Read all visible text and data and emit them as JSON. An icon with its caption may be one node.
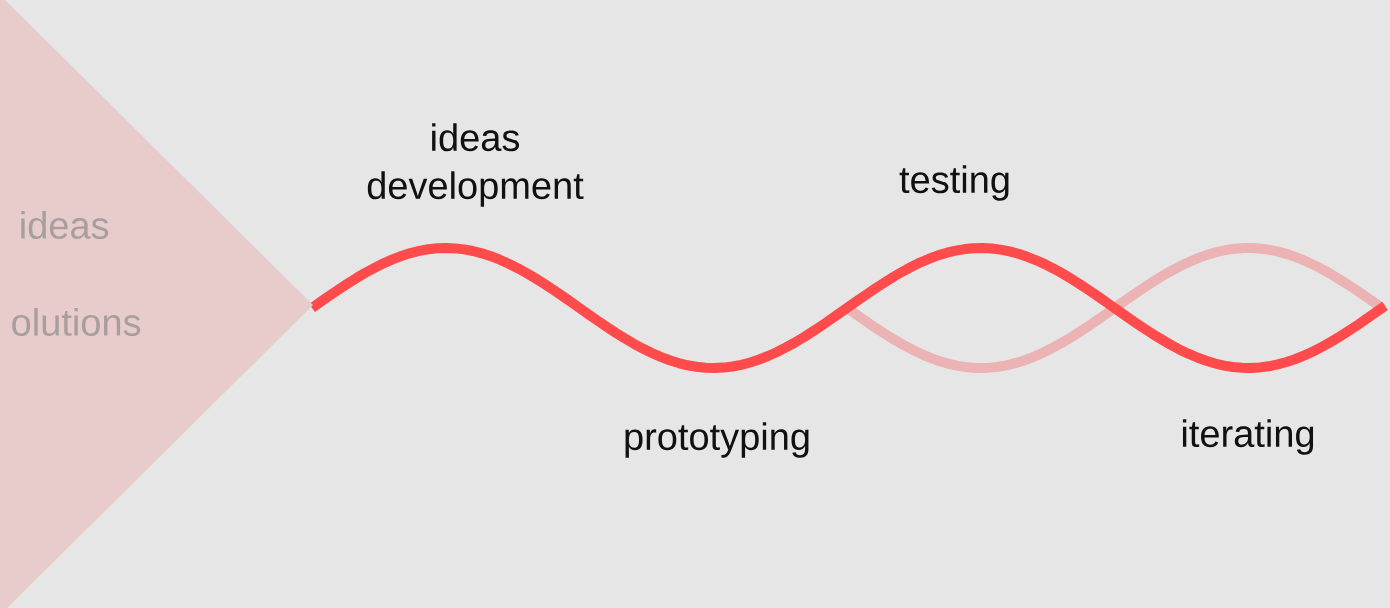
{
  "diagram": {
    "nodes": [
      {
        "text": [
          "ideas",
          "olutions"
        ]
      }
    ],
    "labels": [
      "ideas development",
      "testing",
      "prototyping",
      "iterating"
    ]
  }
}
